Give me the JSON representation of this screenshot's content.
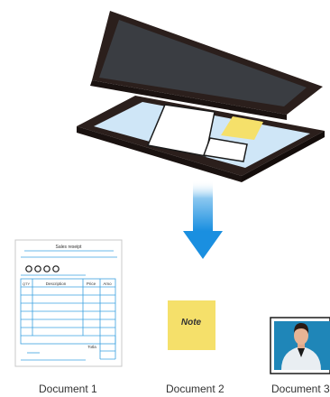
{
  "receipt": {
    "title": "Sales reseipt",
    "columns": [
      "QTY",
      "Description",
      "Price",
      "Amo"
    ],
    "total_label": "Totla"
  },
  "note": {
    "text": "Note"
  },
  "documents": [
    {
      "label": "Document 1"
    },
    {
      "label": "Document 2"
    },
    {
      "label": "Document 3"
    }
  ],
  "colors": {
    "scanner_body": "#2b1f1c",
    "scanner_lid_glass": "#3a3d42",
    "scan_bed": "#cfe6f7",
    "arrow": "#1a8fe0",
    "receipt_lines": "#3aa0e0",
    "note_yellow": "#f5e06a",
    "photo_bg": "#1f86b8"
  }
}
